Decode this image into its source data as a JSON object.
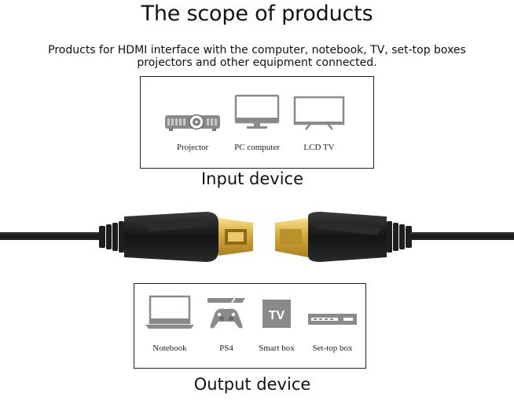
{
  "title": "The scope of products",
  "description": {
    "line1": "Products for HDMI interface with the computer, notebook, TV, set-top boxes",
    "line2": "projectors and other equipment connected."
  },
  "input": {
    "heading": "Input device",
    "devices": [
      {
        "label": "Projector",
        "icon": "projector-icon"
      },
      {
        "label": "PC computer",
        "icon": "pc-monitor-icon"
      },
      {
        "label": "LCD TV",
        "icon": "lcd-tv-icon"
      }
    ]
  },
  "output": {
    "heading": "Output device",
    "devices": [
      {
        "label": "Notebook",
        "icon": "notebook-icon"
      },
      {
        "label": "PS4",
        "icon": "ps4-icon"
      },
      {
        "label": "Smart box",
        "icon": "smart-box-icon"
      },
      {
        "label": "Set-top box",
        "icon": "set-top-box-icon"
      }
    ],
    "smart_box_badge": "TV"
  },
  "colors": {
    "icon_gray": "#8a8a8a",
    "cable_black": "#1a1a1a",
    "connector_gold": "#d4a93a"
  }
}
